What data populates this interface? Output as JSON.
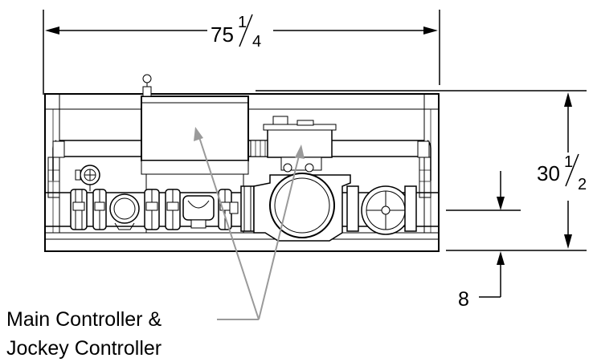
{
  "dimensions": {
    "width": {
      "whole": "75",
      "num": "1",
      "den": "4"
    },
    "height": {
      "whole": "30",
      "num": "1",
      "den": "2"
    },
    "inlet": {
      "value": "8"
    }
  },
  "callout": {
    "line1": "Main Controller &",
    "line2": "Jockey Controller"
  }
}
